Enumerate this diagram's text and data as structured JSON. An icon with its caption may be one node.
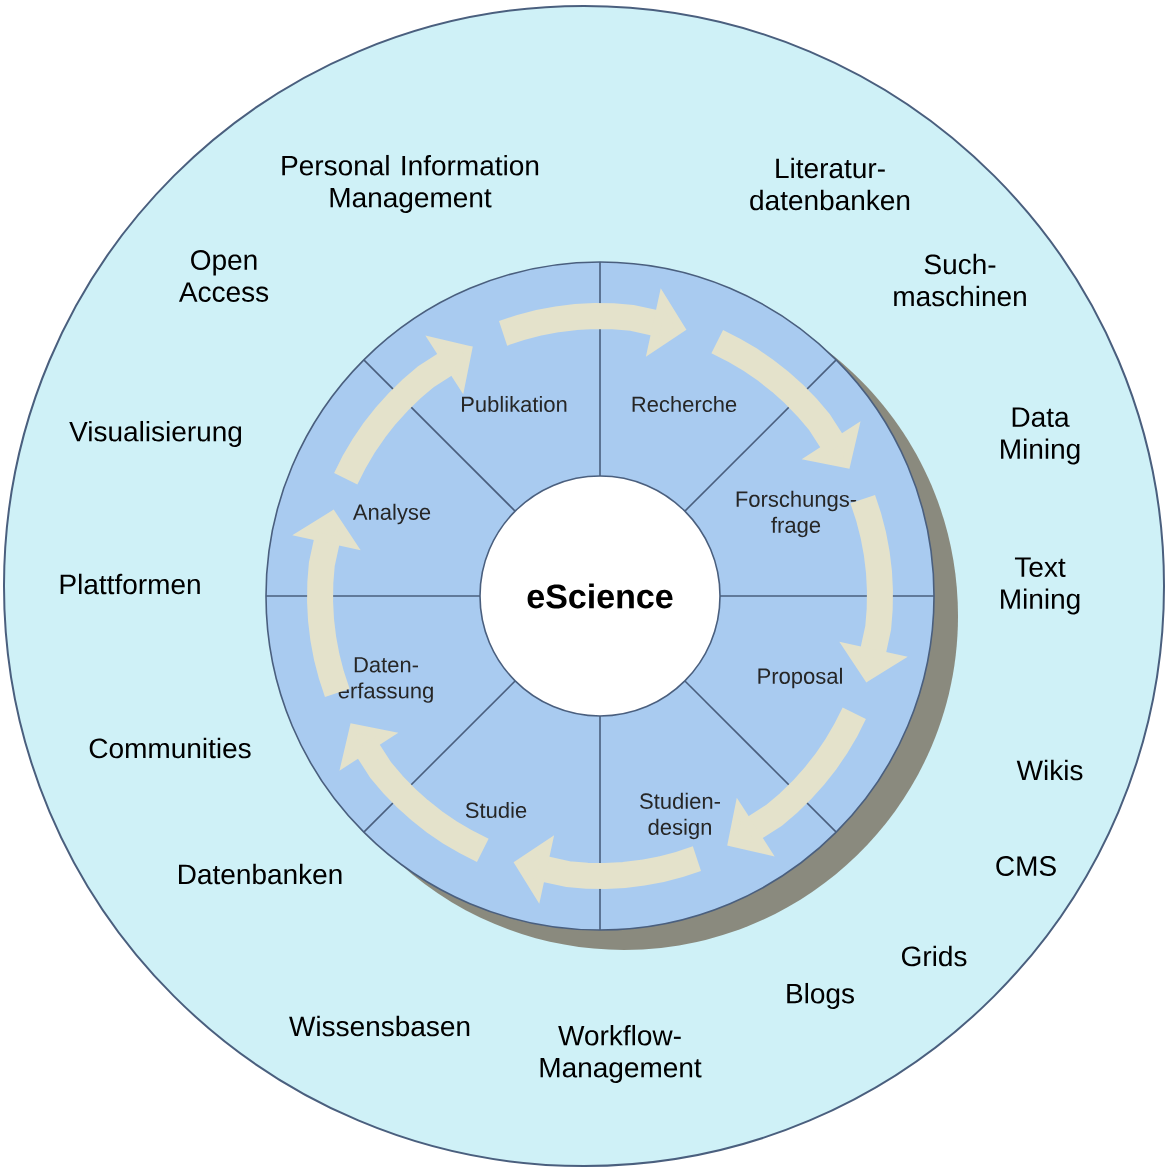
{
  "diagram": {
    "nodes": [
      {
        "text": [],
        "shape": "circle"
      },
      {
        "text": [
          "eScience"
        ],
        "in": 0
      },
      {
        "text": [
          "Recherche"
        ],
        "in": 0
      },
      {
        "text": [
          "Forschungs- frage"
        ],
        "in": 0
      },
      {
        "text": [
          "Proposal"
        ],
        "in": 0
      },
      {
        "text": [
          "Studien- design"
        ],
        "in": 0
      },
      {
        "text": [
          "Studie"
        ],
        "in": 0
      },
      {
        "text": [
          "Daten- erfassung"
        ],
        "in": 0
      },
      {
        "text": [
          "Analyse"
        ],
        "in": 0
      },
      {
        "text": [
          "Publikation"
        ],
        "in": 0
      }
    ],
    "edges": [
      {
        "from": 9,
        "to": 2,
        "arrow": "to"
      },
      {
        "from": 2,
        "to": 3,
        "arrow": "to"
      },
      {
        "from": 3,
        "to": 4,
        "arrow": "to"
      },
      {
        "from": 4,
        "to": 5,
        "arrow": "to"
      },
      {
        "from": 5,
        "to": 6,
        "arrow": "to"
      },
      {
        "from": 6,
        "to": 7,
        "arrow": "to"
      },
      {
        "from": 7,
        "to": 8,
        "arrow": "to"
      },
      {
        "from": 8,
        "to": 9,
        "arrow": "to"
      }
    ],
    "labels": [
      "Personal Information Management",
      "Literatur- datenbanken",
      "Open Access",
      "Such- maschinen",
      "Visualisierung",
      "Data Mining",
      "Plattformen",
      "Text Mining",
      "Communities",
      "Wikis",
      "Datenbanken",
      "CMS",
      "Grids",
      "Blogs",
      "Wissensbasen",
      "Workflow- Management"
    ]
  }
}
